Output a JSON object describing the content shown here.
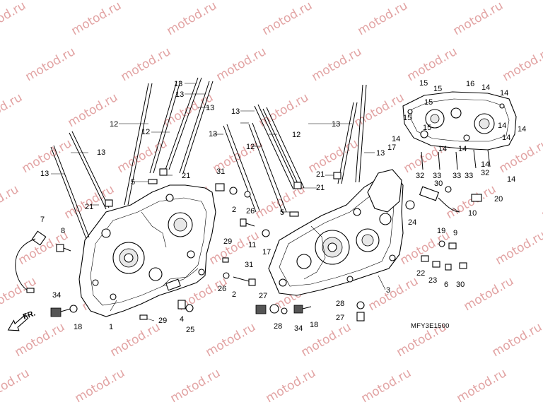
{
  "watermark": "motod.ru",
  "diagram_code": "MFY3E1500",
  "direction": {
    "label": "FR."
  },
  "callouts": [
    {
      "text": "1"
    },
    {
      "text": "2"
    },
    {
      "text": "2"
    },
    {
      "text": "3"
    },
    {
      "text": "4"
    },
    {
      "text": "5"
    },
    {
      "text": "5"
    },
    {
      "text": "6"
    },
    {
      "text": "7"
    },
    {
      "text": "8"
    },
    {
      "text": "9"
    },
    {
      "text": "10"
    },
    {
      "text": "11"
    },
    {
      "text": "12"
    },
    {
      "text": "12"
    },
    {
      "text": "12"
    },
    {
      "text": "12"
    },
    {
      "text": "13"
    },
    {
      "text": "13"
    },
    {
      "text": "13"
    },
    {
      "text": "13"
    },
    {
      "text": "13"
    },
    {
      "text": "13"
    },
    {
      "text": "13"
    },
    {
      "text": "13"
    },
    {
      "text": "13"
    },
    {
      "text": "14"
    },
    {
      "text": "14"
    },
    {
      "text": "14"
    },
    {
      "text": "14"
    },
    {
      "text": "14"
    },
    {
      "text": "14"
    },
    {
      "text": "14"
    },
    {
      "text": "14"
    },
    {
      "text": "14"
    },
    {
      "text": "14"
    },
    {
      "text": "15"
    },
    {
      "text": "15"
    },
    {
      "text": "15"
    },
    {
      "text": "15"
    },
    {
      "text": "15"
    },
    {
      "text": "16"
    },
    {
      "text": "17"
    },
    {
      "text": "17"
    },
    {
      "text": "18"
    },
    {
      "text": "18"
    },
    {
      "text": "19"
    },
    {
      "text": "20"
    },
    {
      "text": "21"
    },
    {
      "text": "21"
    },
    {
      "text": "21"
    },
    {
      "text": "21"
    },
    {
      "text": "22"
    },
    {
      "text": "23"
    },
    {
      "text": "24"
    },
    {
      "text": "25"
    },
    {
      "text": "26"
    },
    {
      "text": "26"
    },
    {
      "text": "27"
    },
    {
      "text": "27"
    },
    {
      "text": "28"
    },
    {
      "text": "28"
    },
    {
      "text": "29"
    },
    {
      "text": "29"
    },
    {
      "text": "30"
    },
    {
      "text": "30"
    },
    {
      "text": "31"
    },
    {
      "text": "31"
    },
    {
      "text": "32"
    },
    {
      "text": "32"
    },
    {
      "text": "33"
    },
    {
      "text": "33"
    },
    {
      "text": "33"
    },
    {
      "text": "34"
    },
    {
      "text": "34"
    }
  ]
}
